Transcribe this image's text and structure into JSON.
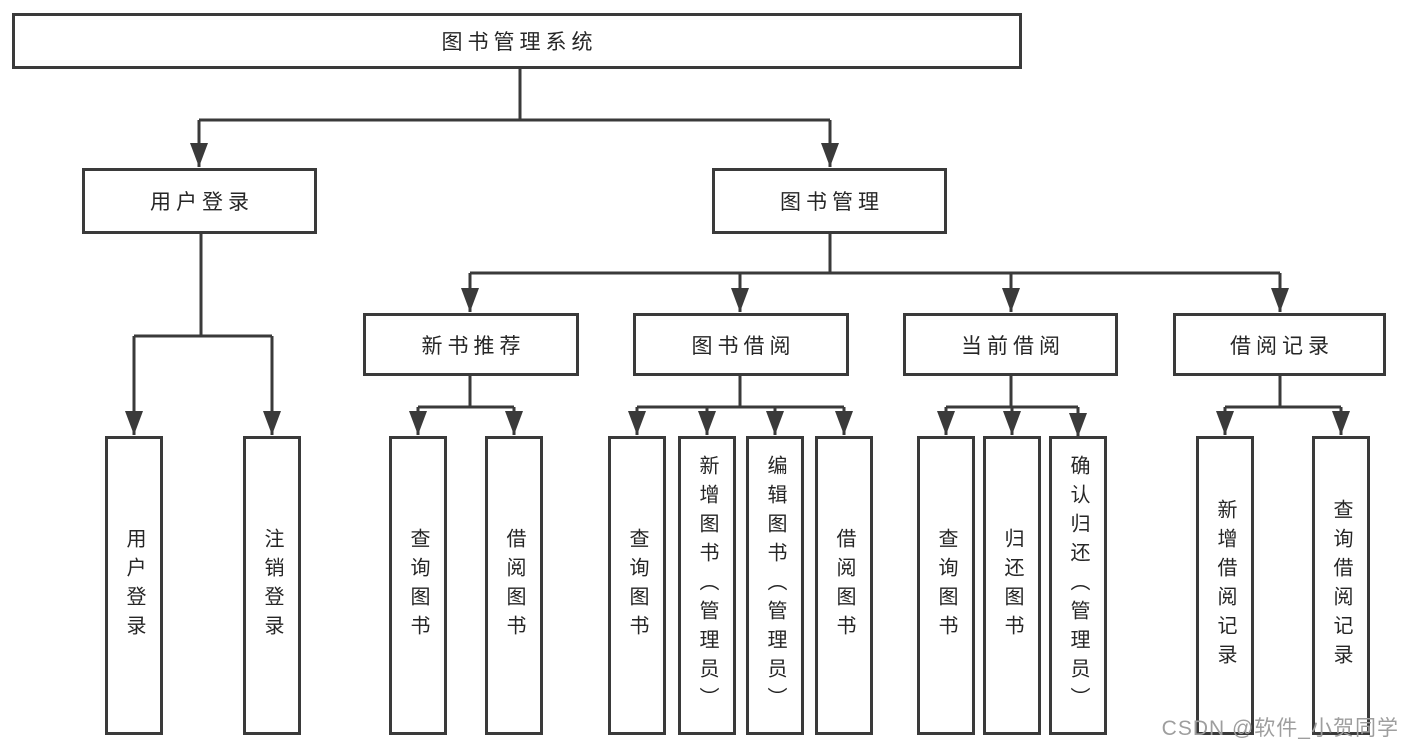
{
  "diagram": {
    "type": "hierarchy-tree",
    "root": {
      "label": "图书管理系统",
      "children": [
        {
          "label": "用户登录",
          "children": [
            {
              "label": "用户登录"
            },
            {
              "label": "注销登录"
            }
          ]
        },
        {
          "label": "图书管理",
          "children": [
            {
              "label": "新书推荐",
              "children": [
                {
                  "label": "查询图书"
                },
                {
                  "label": "借阅图书"
                }
              ]
            },
            {
              "label": "图书借阅",
              "children": [
                {
                  "label": "查询图书"
                },
                {
                  "label": "新增图书（管理员）"
                },
                {
                  "label": "编辑图书（管理员）"
                },
                {
                  "label": "借阅图书"
                }
              ]
            },
            {
              "label": "当前借阅",
              "children": [
                {
                  "label": "查询图书"
                },
                {
                  "label": "归还图书"
                },
                {
                  "label": "确认归还（管理员）"
                }
              ]
            },
            {
              "label": "借阅记录",
              "children": [
                {
                  "label": "新增借阅记录"
                },
                {
                  "label": "查询借阅记录"
                }
              ]
            }
          ]
        }
      ]
    }
  },
  "watermark": {
    "text": "CSDN @软件_小贺同学"
  },
  "colors": {
    "line": "#3a3a3a",
    "box_border": "#3a3a3a",
    "text": "#262626",
    "watermark": "#9e9e9e",
    "background": "#ffffff"
  }
}
